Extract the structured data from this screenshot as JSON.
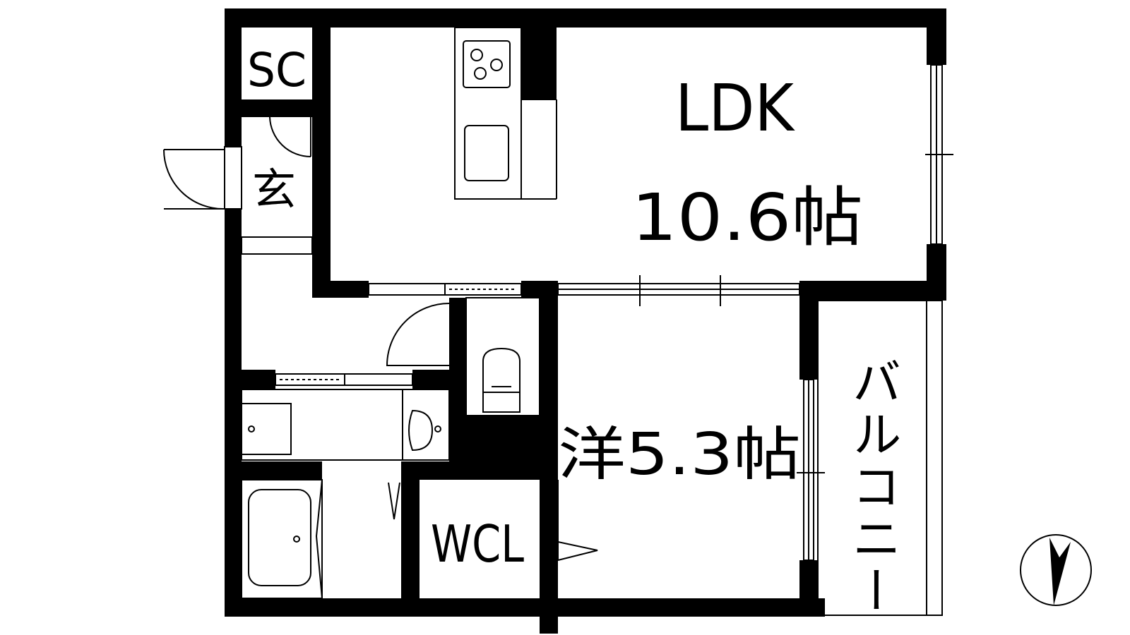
{
  "rooms": {
    "ldk_name": "LDK",
    "ldk_size": "10.6帖",
    "western_room": "洋5.3帖",
    "shoe_closet": "SC",
    "entrance": "玄",
    "walk_in_closet": "WCL",
    "balcony": "バルコニー"
  },
  "colors": {
    "wall": "#000000",
    "background": "#ffffff",
    "fixture": "#444444"
  },
  "icons": {
    "compass": "north-arrow-icon",
    "stove": "gas-stove-icon",
    "sink": "kitchen-sink-icon",
    "toilet": "toilet-icon",
    "washbasin": "washbasin-icon",
    "bathtub": "bathtub-icon",
    "washer": "washing-machine-icon"
  }
}
